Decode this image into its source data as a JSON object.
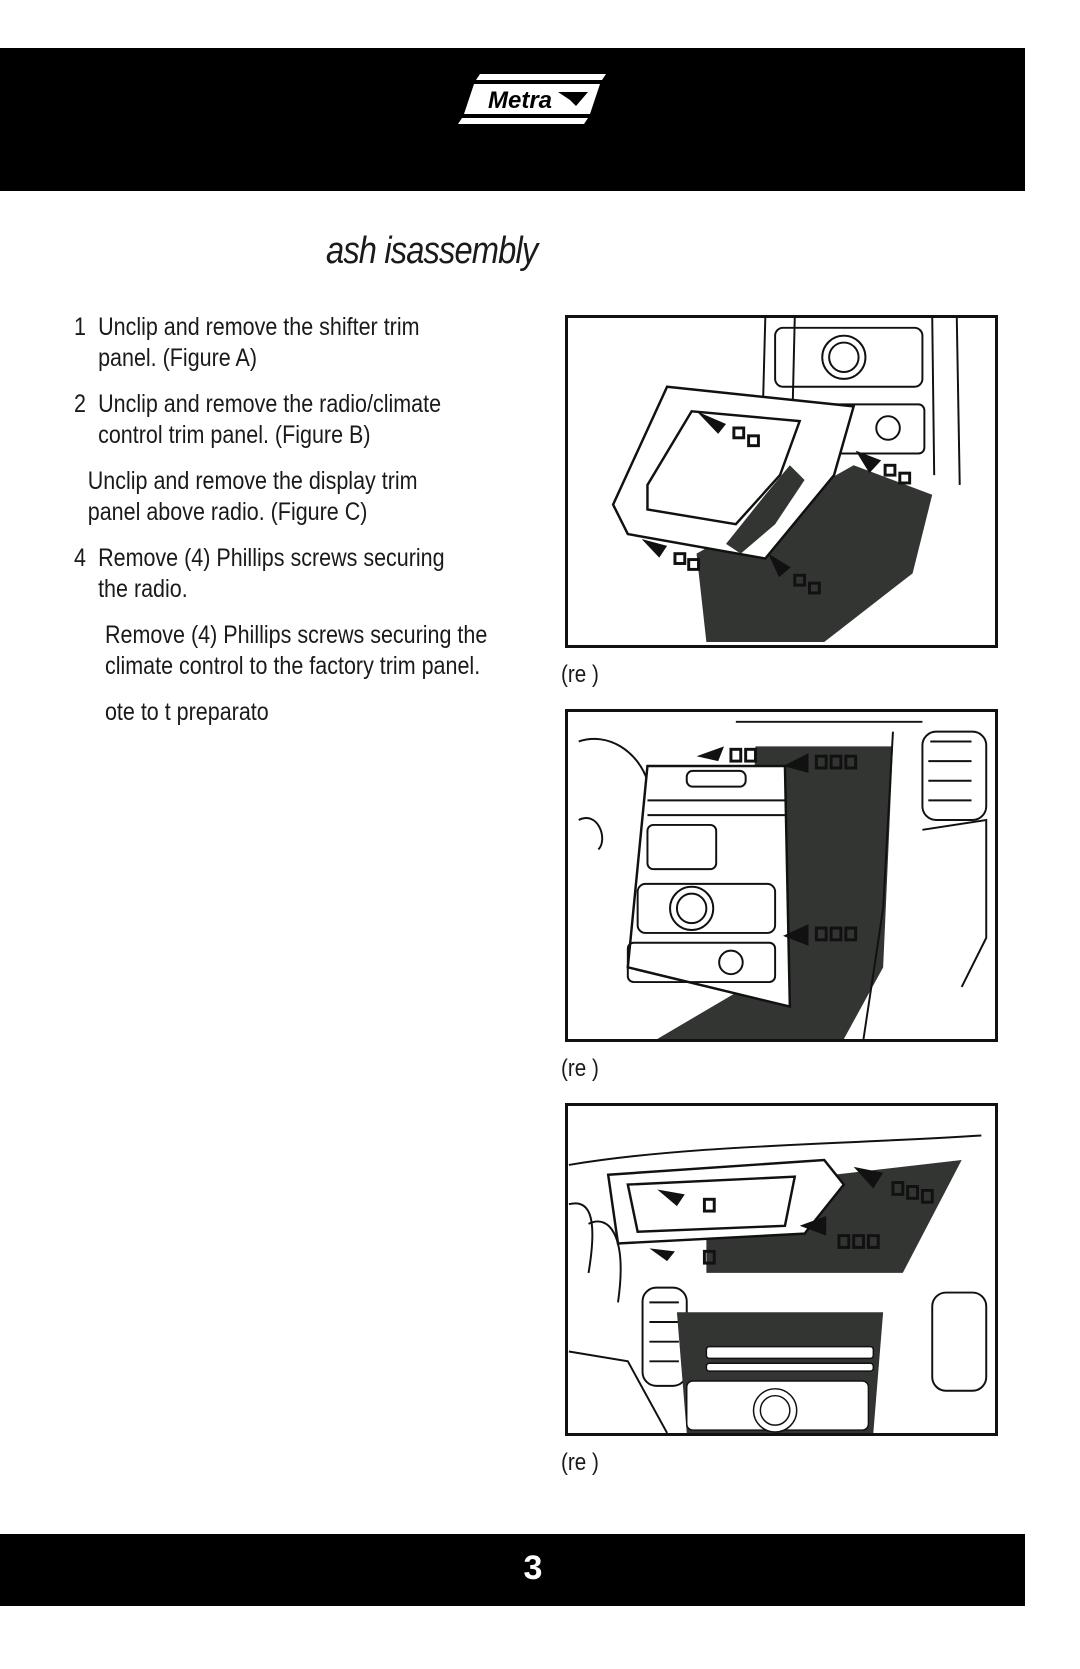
{
  "brand": {
    "logo_text": "Metra"
  },
  "page_title": "ash isassembly",
  "steps": [
    {
      "num": "1",
      "text": "Unclip and remove the shifter trim\n panel.  (Figure A)"
    },
    {
      "num": "2",
      "text": "Unclip and remove the radio/climate\n control trim panel.  (Figure B)"
    },
    {
      "num": "",
      "text": "Unclip and remove the display trim\n  panel above radio.  (Figure C)"
    },
    {
      "num": "4",
      "text": "Remove (4) Phillips screws securing\n the radio."
    },
    {
      "num": "",
      "text": "Remove (4) Phillips screws securing the\nclimate control to the factory trim panel."
    },
    {
      "num": "",
      "text": "ote to t preparato"
    }
  ],
  "figures": [
    {
      "caption": "(re )"
    },
    {
      "caption": "(re )"
    },
    {
      "caption": "(re )"
    }
  ],
  "page_number": "3",
  "colors": {
    "bar": "#000000",
    "panel_dark": "#333533",
    "line": "#111111"
  }
}
